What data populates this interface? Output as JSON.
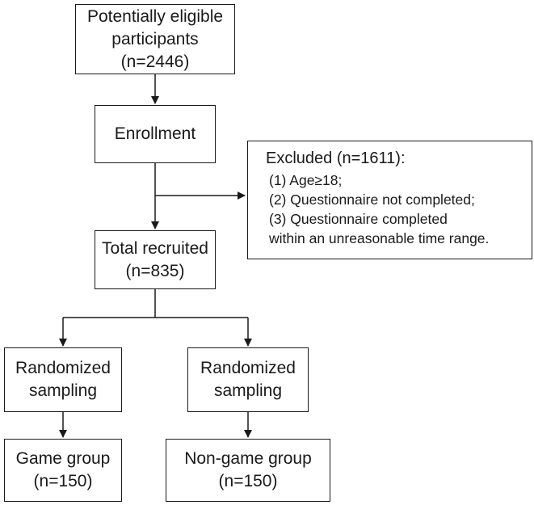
{
  "flowchart": {
    "eligible": {
      "line1": "Potentially eligible",
      "line2": "participants",
      "line3": "(n=2446)"
    },
    "enrollment": {
      "label": "Enrollment"
    },
    "excluded": {
      "title": "Excluded (n=1611):",
      "reasons": [
        "(1) Age≥18;",
        "(2) Questionnaire not completed;",
        "(3) Questionnaire completed",
        "within an unreasonable time range."
      ]
    },
    "recruited": {
      "line1": "Total recruited",
      "line2": "(n=835)"
    },
    "sampling_left": {
      "line1": "Randomized",
      "line2": "sampling"
    },
    "sampling_right": {
      "line1": "Randomized",
      "line2": "sampling"
    },
    "game_group": {
      "line1": "Game group",
      "line2": "(n=150)"
    },
    "nongame_group": {
      "line1": "Non-game group",
      "line2": "(n=150)"
    }
  }
}
